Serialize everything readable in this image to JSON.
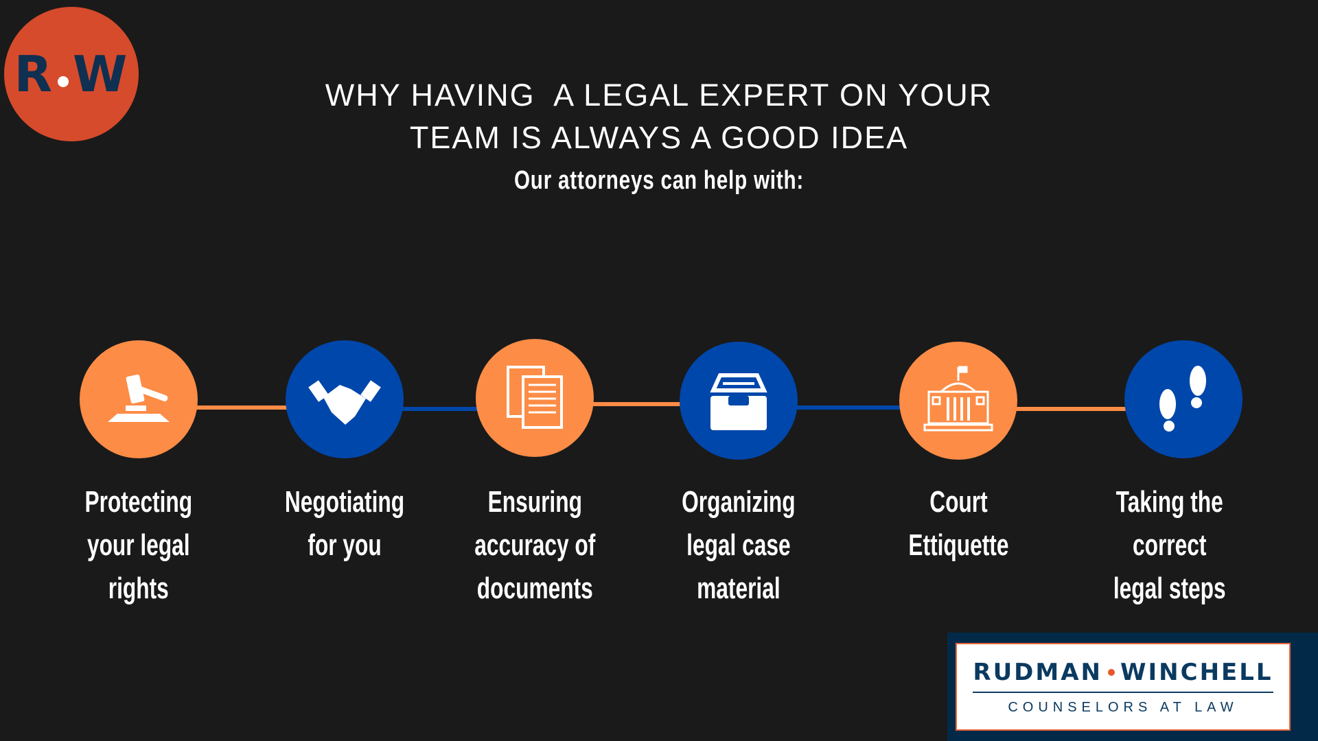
{
  "logo": {
    "left": "R",
    "right": "W"
  },
  "title": {
    "line1": "WHY HAVING  A LEGAL EXPERT ON YOUR",
    "line2": "TEAM IS ALWAYS A GOOD IDEA"
  },
  "subtitle": "Our attorneys can help with:",
  "items": [
    {
      "icon": "gavel-icon",
      "label": "Protecting\nyour legal\nrights",
      "color": "#fc8c46"
    },
    {
      "icon": "handshake-icon",
      "label": "Negotiating\nfor you",
      "color": "#0047ab"
    },
    {
      "icon": "documents-icon",
      "label": "Ensuring\naccuracy of\ndocuments",
      "color": "#fc8c46"
    },
    {
      "icon": "inbox-tray-icon",
      "label": "Organizing\nlegal case\nmaterial",
      "color": "#0047ab"
    },
    {
      "icon": "courthouse-icon",
      "label": "Court\nEttiquette",
      "color": "#fc8c46"
    },
    {
      "icon": "footsteps-icon",
      "label": "Taking the\ncorrect\nlegal steps",
      "color": "#0047ab"
    }
  ],
  "brand": {
    "name_left": "RUDMAN",
    "name_right": "WINCHELL",
    "tagline": "COUNSELORS AT LAW"
  }
}
